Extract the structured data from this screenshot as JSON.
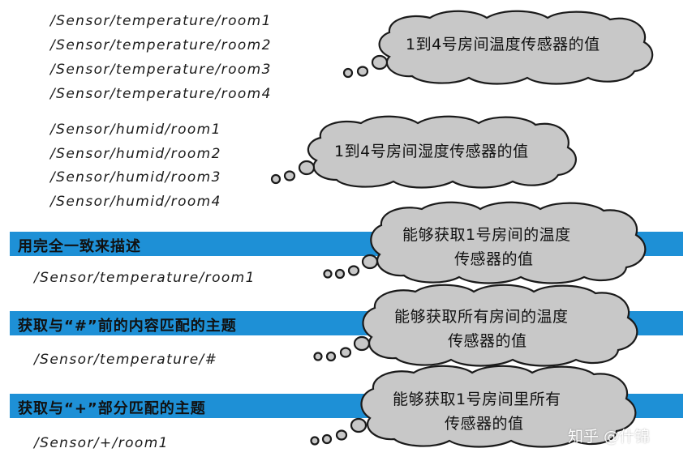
{
  "topics_temperature": [
    "/Sensor/temperature/room1",
    "/Sensor/temperature/room2",
    "/Sensor/temperature/room3",
    "/Sensor/temperature/room4"
  ],
  "topics_humid": [
    "/Sensor/humid/room1",
    "/Sensor/humid/room2",
    "/Sensor/humid/room3",
    "/Sensor/humid/room4"
  ],
  "bubbles": {
    "temperature": "1到4号房间温度传感器的值",
    "humid": "1到4号房间湿度传感器的值",
    "exact_line1": "能够获取1号房间的温度",
    "exact_line2": "传感器的值",
    "hash_line1": "能够获取所有房间的温度",
    "hash_line2": "传感器的值",
    "plus_line1": "能够获取1号房间里所有",
    "plus_line2": "传感器的值"
  },
  "sections": [
    {
      "title": "用完全一致来描述",
      "example": "/Sensor/temperature/room1"
    },
    {
      "title": "获取与“#”前的内容匹配的主题",
      "example": "/Sensor/temperature/#"
    },
    {
      "title": "获取与“+”部分匹配的主题",
      "example": "/Sensor/+/room1"
    }
  ],
  "watermark": "知乎 @什锦",
  "colors": {
    "band": "#1e90d6",
    "bubble_fill": "#c8c8c8",
    "outline": "#1a1a1a"
  }
}
